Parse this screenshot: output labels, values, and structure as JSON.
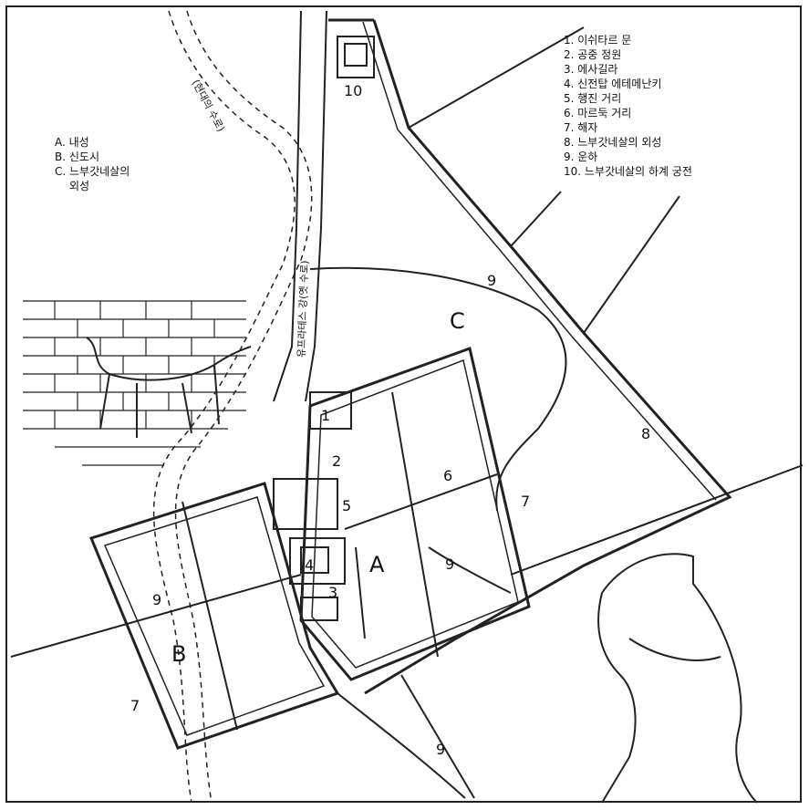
{
  "legend_left": {
    "items": [
      {
        "label": "A. 내성"
      },
      {
        "label": "B. 신도시"
      },
      {
        "label": "C. 느부갓네살의"
      },
      {
        "label": "외성"
      }
    ]
  },
  "legend_right": {
    "items": [
      {
        "label": "1. 이쉬타르 문"
      },
      {
        "label": "2. 공중 정원"
      },
      {
        "label": "3. 에사길라"
      },
      {
        "label": "4. 신전탑 에테메난키"
      },
      {
        "label": "5. 행진 거리"
      },
      {
        "label": "6. 마르둑 거리"
      },
      {
        "label": "7. 해자"
      },
      {
        "label": "8. 느부갓네살의 외성"
      },
      {
        "label": "9. 운하"
      },
      {
        "label": "10. 느부갓네살의 하계 궁전"
      }
    ]
  },
  "map": {
    "area_labels": {
      "a": "A",
      "b": "B",
      "c": "C"
    },
    "numbers": {
      "n1": "1",
      "n2": "2",
      "n3": "3",
      "n4": "4",
      "n5": "5",
      "n6": "6",
      "n7a": "7",
      "n7b": "7",
      "n8": "8",
      "n9a": "9",
      "n9b": "9",
      "n9c": "9",
      "n9d": "9",
      "n10": "10"
    },
    "river_labels": {
      "euphrates": "유프라테스 강(옛 수로)",
      "modern": "(현대의 수로)"
    }
  }
}
